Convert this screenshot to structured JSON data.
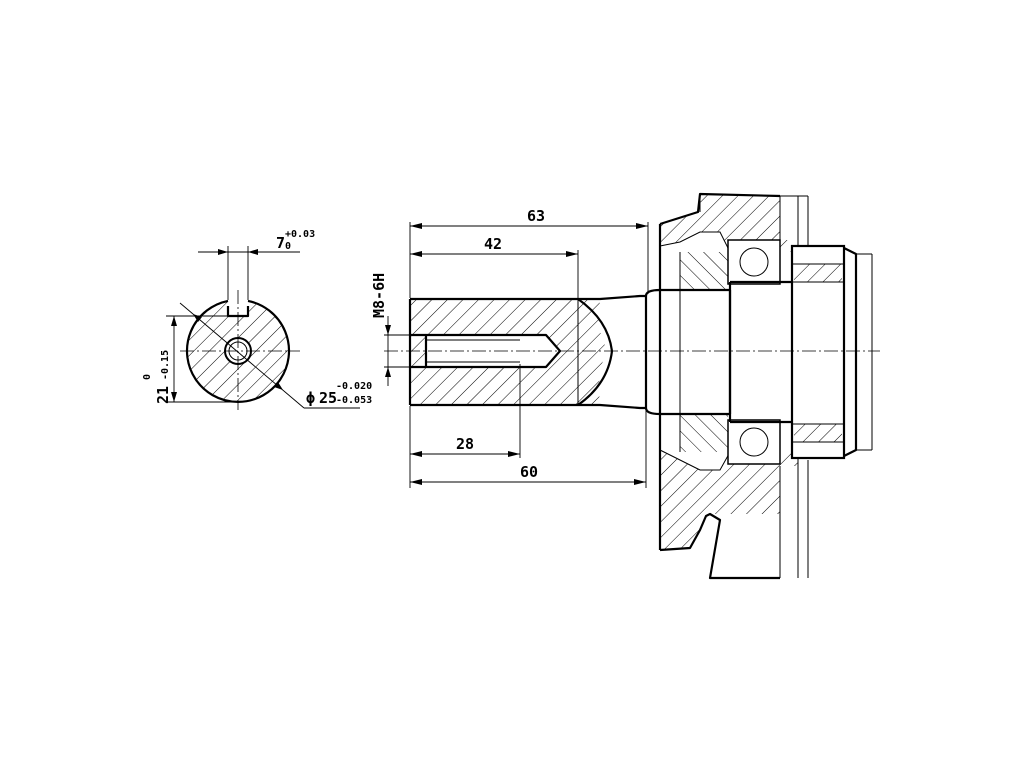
{
  "dimensions": {
    "key_width": {
      "value": "7",
      "tol_upper": "+0.03",
      "tol_lower": "0"
    },
    "key_depth": {
      "value": "21",
      "tol_upper": "0",
      "tol_lower": "-0.15"
    },
    "shaft_diameter": {
      "symbol": "ϕ",
      "value": "25",
      "tol_upper": "-0.020",
      "tol_lower": "-0.053"
    },
    "thread": "M8-6H",
    "length_overall": "63",
    "length_keyway": "42",
    "length_thread": "28",
    "length_shaft": "60"
  },
  "colors": {
    "line": "#000000",
    "background": "#ffffff"
  }
}
